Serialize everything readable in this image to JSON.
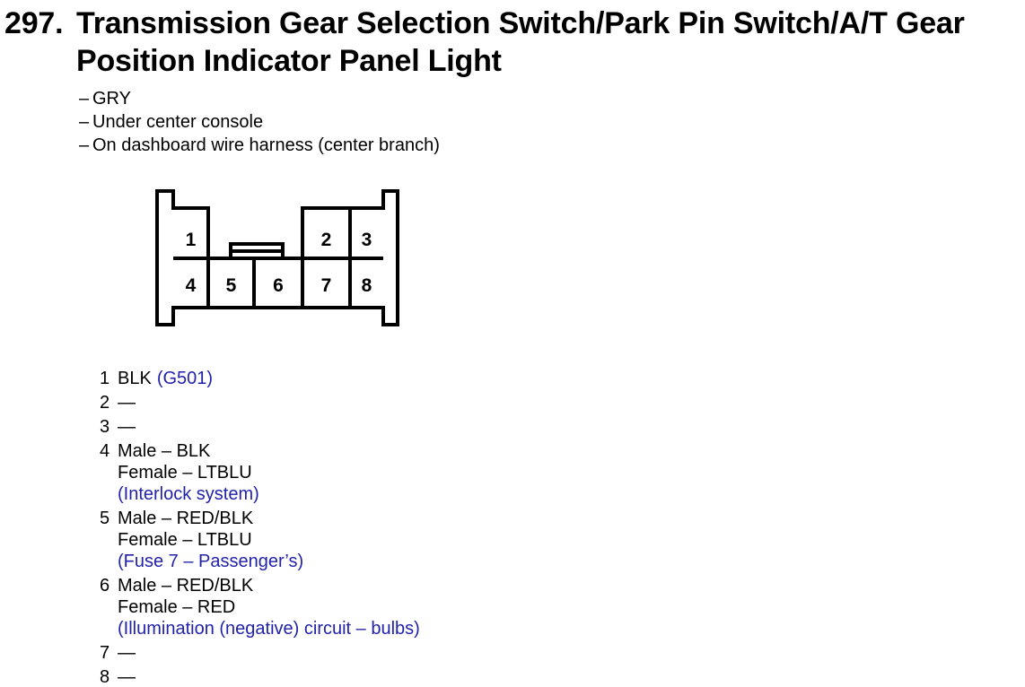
{
  "heading": {
    "number": "297.",
    "title": "Transmission Gear Selection Switch/Park Pin Switch/A/T Gear Position Indicator Panel Light"
  },
  "notes": {
    "marker": "–",
    "items": [
      "GRY",
      "Under center console",
      "On dashboard wire harness (center branch)"
    ]
  },
  "connector": {
    "cells": [
      "1",
      "2",
      "3",
      "4",
      "5",
      "6",
      "7",
      "8"
    ]
  },
  "pins": [
    {
      "num": "1",
      "main": "BLK",
      "note": "(G501)"
    },
    {
      "num": "2",
      "main": "—"
    },
    {
      "num": "3",
      "main": "—"
    },
    {
      "num": "4",
      "male": "Male – BLK",
      "female": "Female – LTBLU",
      "note": "(Interlock system)"
    },
    {
      "num": "5",
      "male": "Male – RED/BLK",
      "female": "Female – LTBLU",
      "note": "(Fuse 7 – Passenger’s)"
    },
    {
      "num": "6",
      "male": "Male – RED/BLK",
      "female": "Female – RED",
      "note": "(Illumination (negative) circuit – bulbs)"
    },
    {
      "num": "7",
      "main": "—"
    },
    {
      "num": "8",
      "main": "—"
    }
  ],
  "colors": {
    "text": "#000000",
    "note_blue": "#2222ab",
    "background": "#ffffff",
    "diagram_stroke": "#000000"
  }
}
